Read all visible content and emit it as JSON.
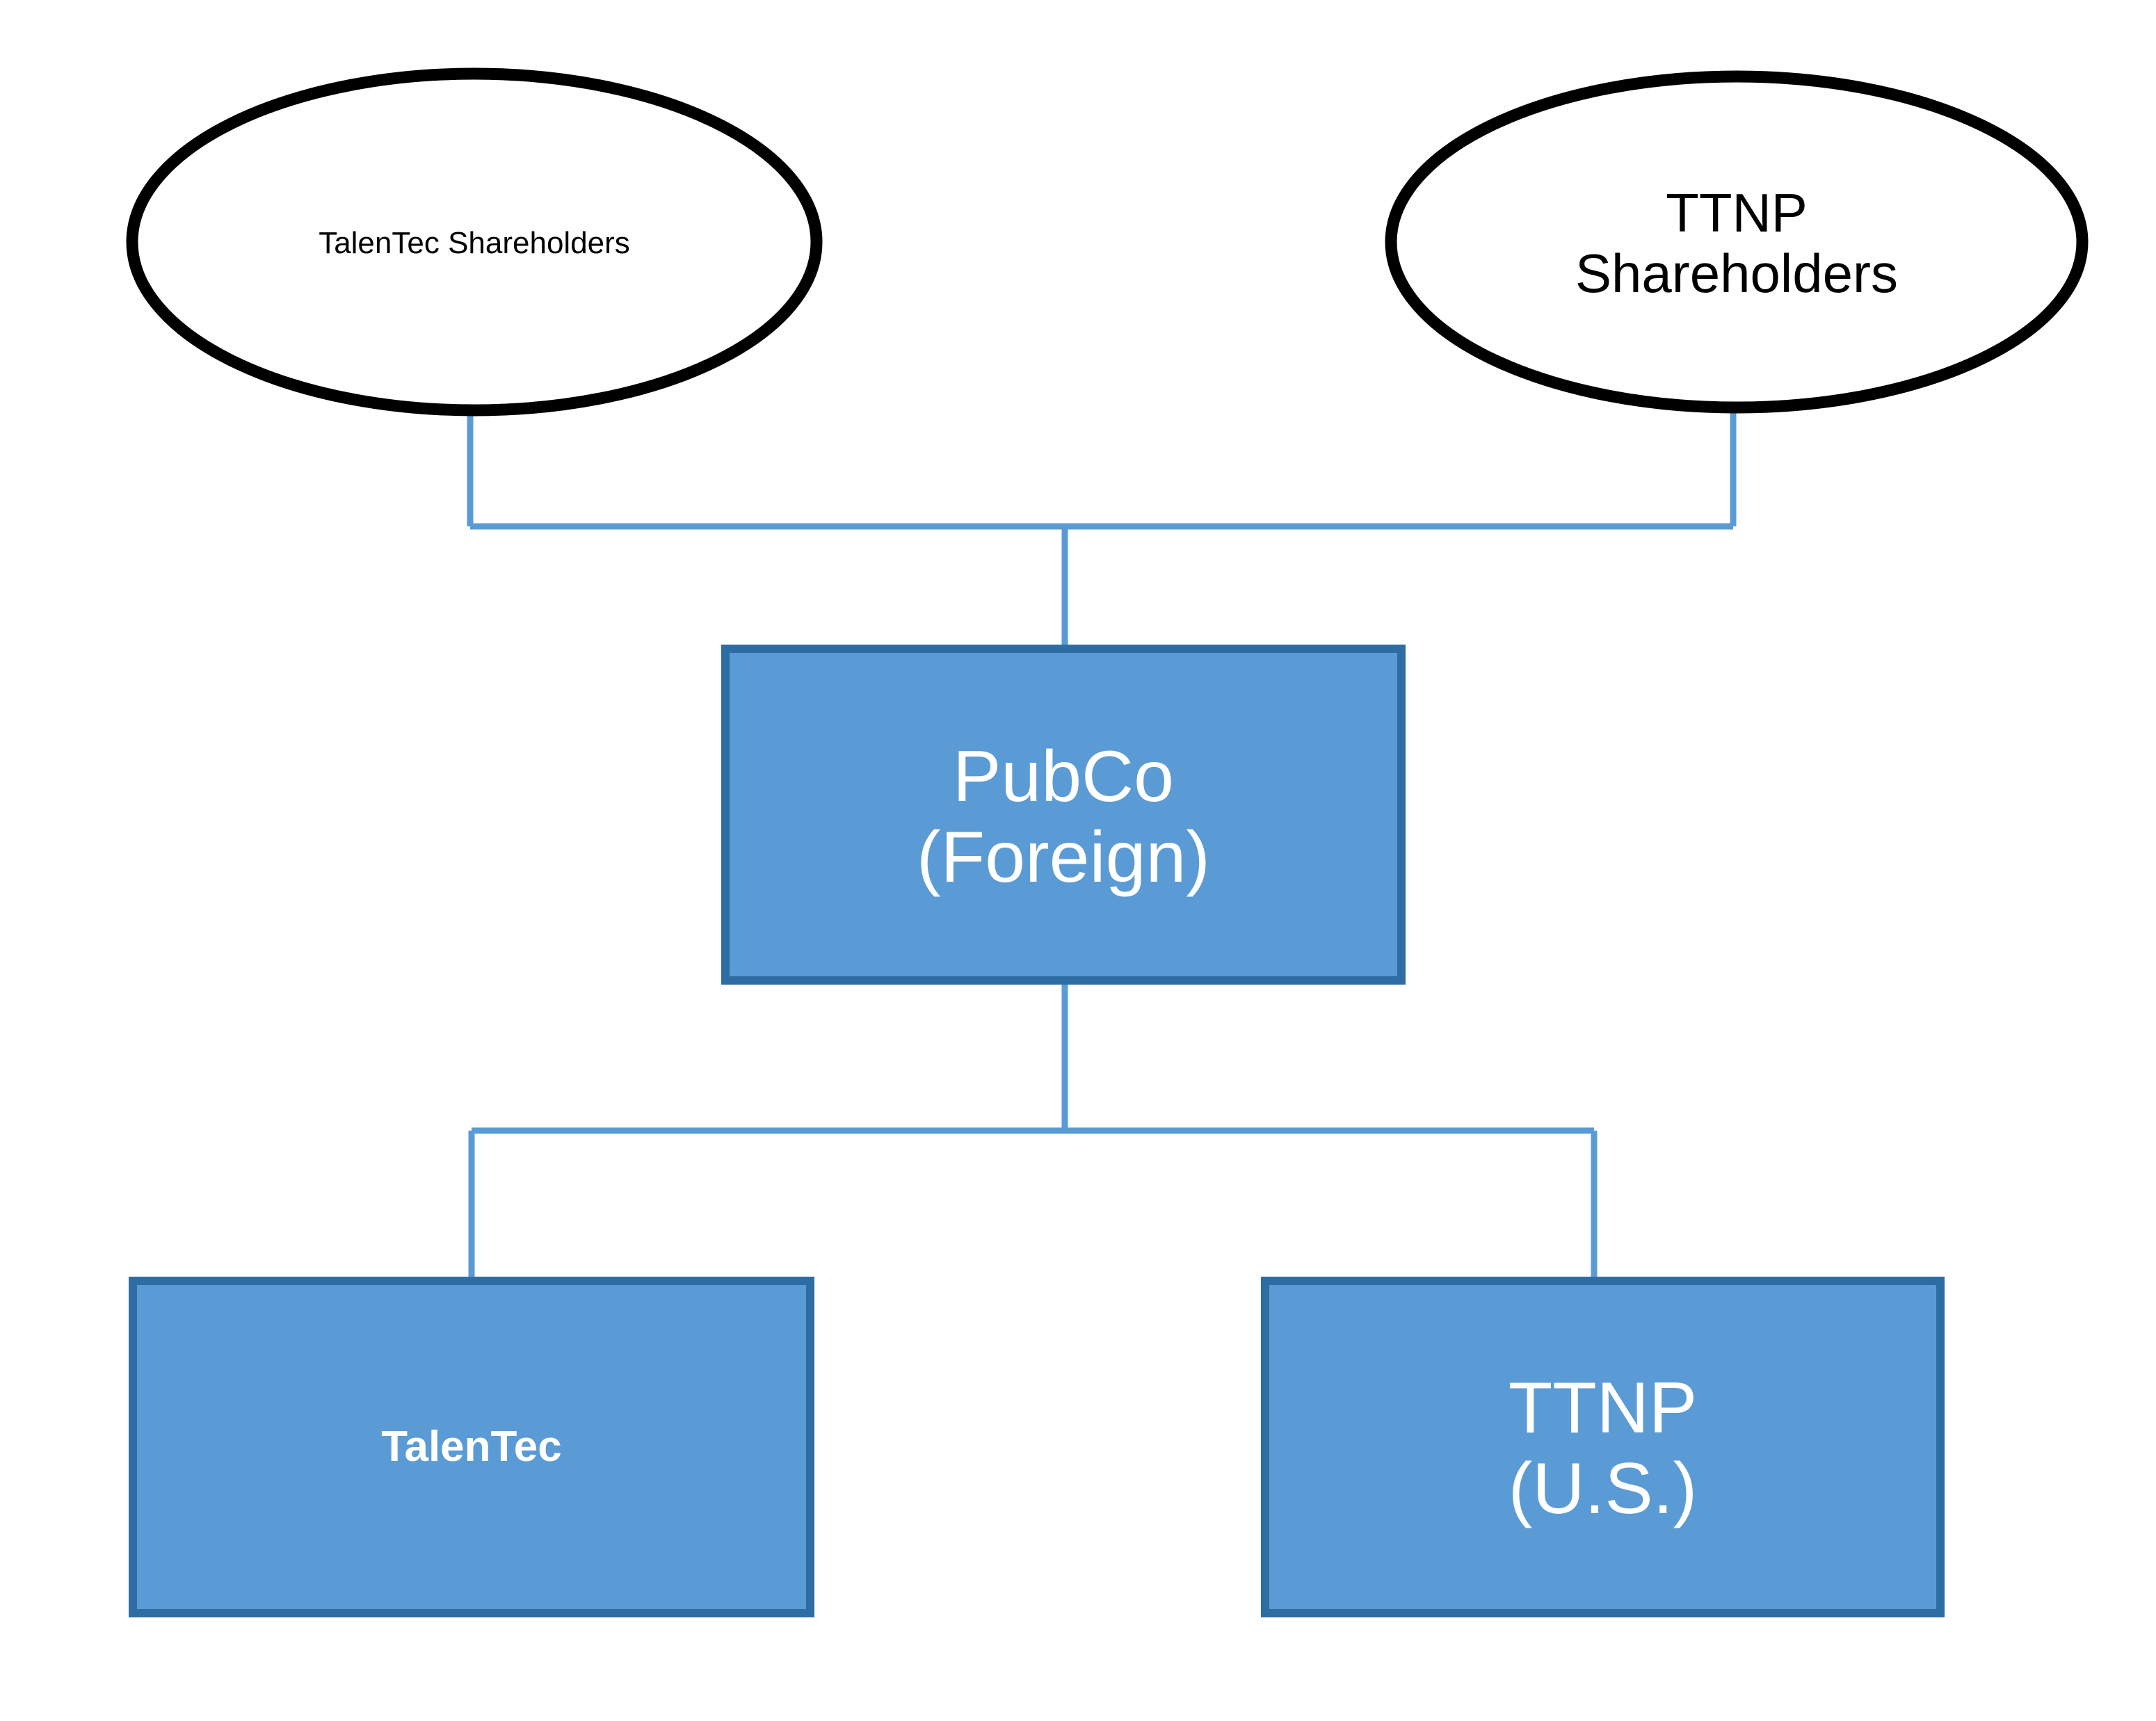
{
  "diagram": {
    "type": "org-chart",
    "title": "PubCo ownership structure",
    "colors": {
      "box_fill": "#5B9BD5",
      "box_border": "#2E6DA4",
      "ellipse_stroke": "#000000",
      "ellipse_fill": "#FFFFFF",
      "connector": "#5B9BD5",
      "background": "#FFFFFF",
      "box_text": "#FFFFFF",
      "ellipse_text": "#000000"
    },
    "nodes": [
      {
        "id": "talentec-shareholders",
        "shape": "ellipse",
        "label": "TalenTec Shareholders",
        "lines": [
          "TalenTec Shareholders"
        ]
      },
      {
        "id": "ttnp-shareholders",
        "shape": "ellipse",
        "label": "TTNP Shareholders",
        "lines": [
          "TTNP",
          "Shareholders"
        ]
      },
      {
        "id": "pubco",
        "shape": "rectangle",
        "label": "PubCo (Foreign)",
        "lines": [
          "PubCo",
          "(Foreign)"
        ]
      },
      {
        "id": "talentec",
        "shape": "rectangle",
        "label": "TalenTec",
        "lines": [
          "TalenTec"
        ]
      },
      {
        "id": "ttnp-us",
        "shape": "rectangle",
        "label": "TTNP (U.S.)",
        "lines": [
          "TTNP",
          "(U.S.)"
        ]
      }
    ],
    "edges": [
      {
        "from": "talentec-shareholders",
        "to": "pubco"
      },
      {
        "from": "ttnp-shareholders",
        "to": "pubco"
      },
      {
        "from": "pubco",
        "to": "talentec"
      },
      {
        "from": "pubco",
        "to": "ttnp-us"
      }
    ]
  },
  "labels": {
    "talentec_shareholders": "TalenTec Shareholders",
    "ttnp_shareholders_line1": "TTNP",
    "ttnp_shareholders_line2": "Shareholders",
    "pubco_line1": "PubCo",
    "pubco_line2": "(Foreign)",
    "talentec": "TalenTec",
    "ttnp_us_line1": "TTNP",
    "ttnp_us_line2": "(U.S.)"
  }
}
